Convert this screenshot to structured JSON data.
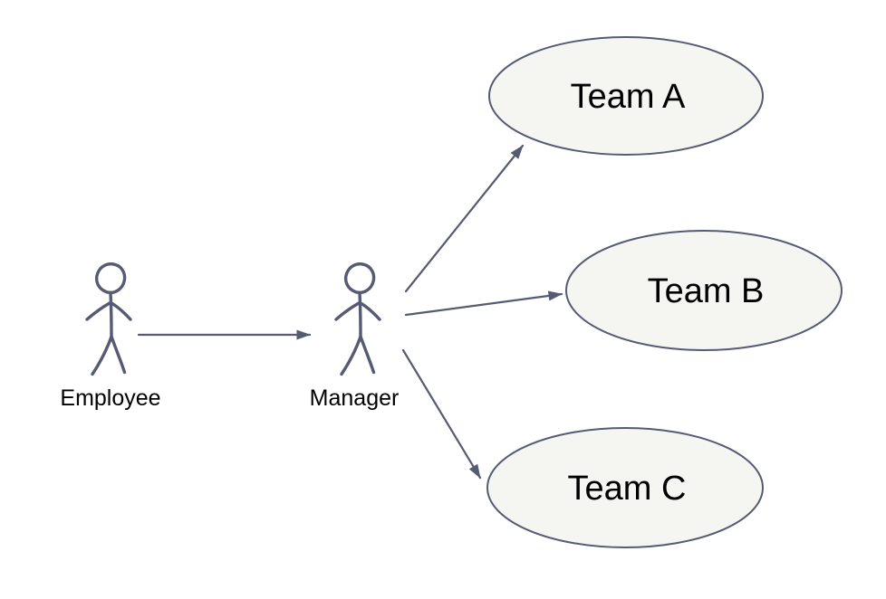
{
  "diagram": {
    "kind": "use-case-diagram",
    "colors": {
      "stroke": "#565b73",
      "node_fill": "#f5f5f2",
      "text": "#000000",
      "background": "#ffffff"
    },
    "actors": [
      {
        "id": "employee",
        "label": "Employee"
      },
      {
        "id": "manager",
        "label": "Manager"
      }
    ],
    "use_cases": [
      {
        "id": "team-a",
        "label": "Team A"
      },
      {
        "id": "team-b",
        "label": "Team B"
      },
      {
        "id": "team-c",
        "label": "Team C"
      }
    ],
    "connectors": [
      {
        "from": "Employee",
        "to": "Manager",
        "style": "solid-arrow"
      },
      {
        "from": "Manager",
        "to": "Team A",
        "style": "solid-arrow"
      },
      {
        "from": "Manager",
        "to": "Team B",
        "style": "solid-arrow"
      },
      {
        "from": "Manager",
        "to": "Team C",
        "style": "solid-arrow"
      }
    ]
  }
}
